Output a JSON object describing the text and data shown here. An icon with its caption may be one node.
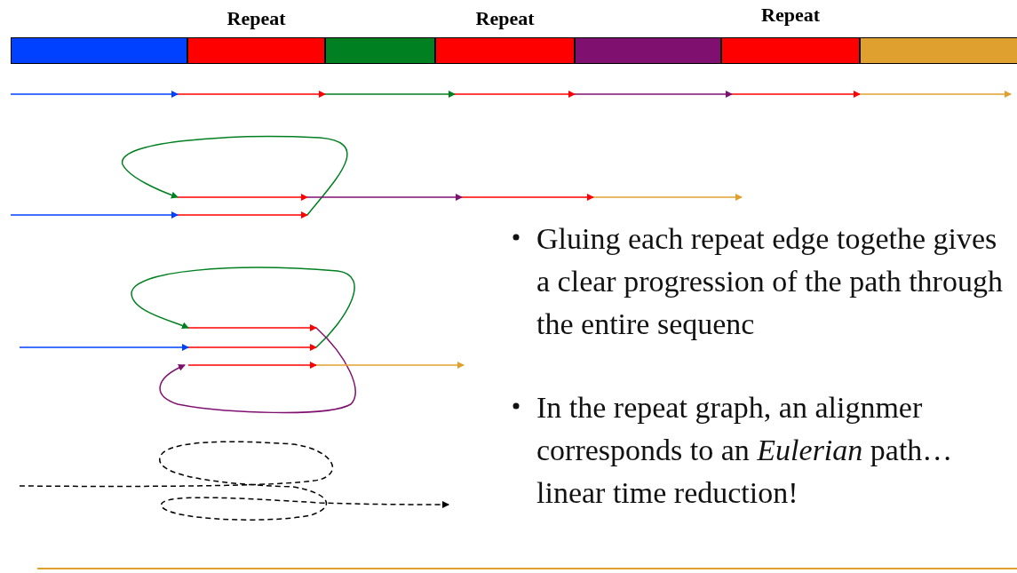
{
  "diagram": {
    "nodes": [
      {
        "text": [],
        "shape": "bar"
      },
      {
        "text": [],
        "shape": "bar",
        "beside": [
          "Repeat"
        ]
      },
      {
        "text": [],
        "shape": "bar"
      },
      {
        "text": [],
        "shape": "bar",
        "beside": [
          "Repeat"
        ]
      },
      {
        "text": [],
        "shape": "bar"
      },
      {
        "text": [],
        "shape": "bar",
        "beside": [
          "Repeat"
        ]
      },
      {
        "text": [],
        "shape": "bar"
      }
    ],
    "labels": [
      "Gluing each repeat edge togethe gives a clear progression of the path through the entire sequenc",
      "In the repeat graph, an alignmer corresponds to an *Eulerian* path…linear time reduction!"
    ]
  }
}
